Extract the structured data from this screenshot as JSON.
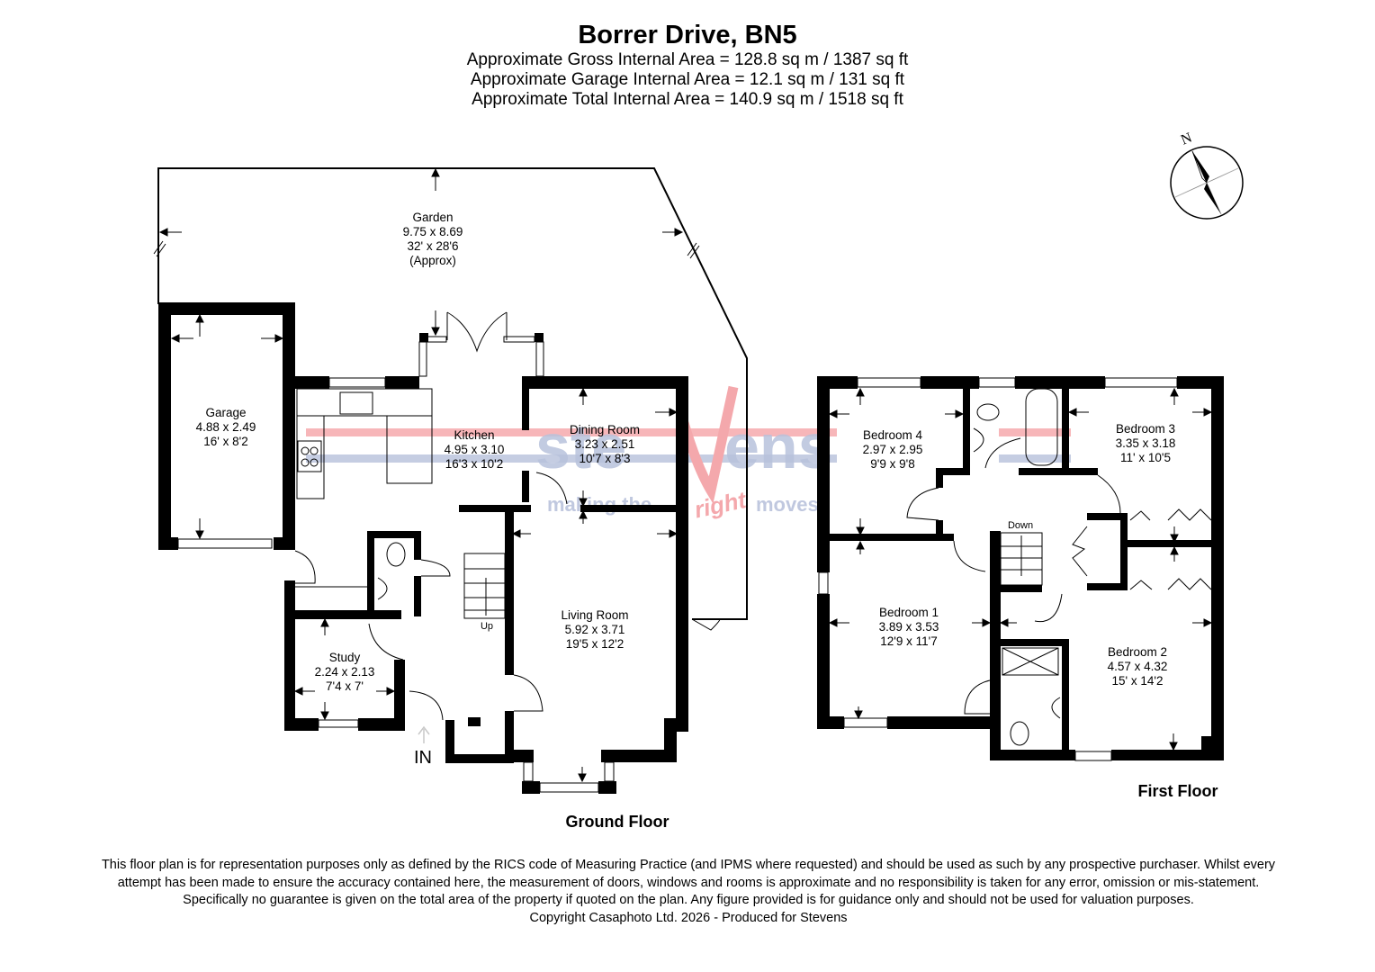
{
  "header": {
    "title": "Borrer Drive, BN5",
    "areas": [
      "Approximate Gross Internal Area = 128.8 sq m / 1387 sq ft",
      "Approximate Garage Internal Area = 12.1 sq m / 131 sq ft",
      "Approximate Total Internal Area = 140.9 sq m / 1518 sq ft"
    ]
  },
  "compass": {
    "north_label": "N",
    "icon": "compass-rose-icon"
  },
  "watermark": {
    "brand": "stevens",
    "tagline_left": "making the",
    "tagline_accent": "right",
    "tagline_right": "moves",
    "colors": {
      "blue": "#b8c2dc",
      "red": "#f4a8ac"
    }
  },
  "ground_floor": {
    "label": "Ground Floor",
    "entrance_label": "IN",
    "stairs_label": "Up",
    "rooms": {
      "garden": {
        "name": "Garden",
        "metric": "9.75 x 8.69",
        "imperial": "32' x 28'6",
        "note": "(Approx)"
      },
      "garage": {
        "name": "Garage",
        "metric": "4.88 x 2.49",
        "imperial": "16' x 8'2"
      },
      "kitchen": {
        "name": "Kitchen",
        "metric": "4.95 x 3.10",
        "imperial": "16'3 x 10'2"
      },
      "dining": {
        "name": "Dining Room",
        "metric": "3.23 x 2.51",
        "imperial": "10'7 x 8'3"
      },
      "living": {
        "name": "Living Room",
        "metric": "5.92 x 3.71",
        "imperial": "19'5 x 12'2"
      },
      "study": {
        "name": "Study",
        "metric": "2.24 x 2.13",
        "imperial": "7'4 x 7'"
      }
    }
  },
  "first_floor": {
    "label": "First Floor",
    "stairs_label": "Down",
    "rooms": {
      "bedroom4": {
        "name": "Bedroom 4",
        "metric": "2.97 x 2.95",
        "imperial": "9'9 x 9'8"
      },
      "bedroom3": {
        "name": "Bedroom 3",
        "metric": "3.35 x 3.18",
        "imperial": "11' x 10'5"
      },
      "bedroom1": {
        "name": "Bedroom 1",
        "metric": "3.89 x 3.53",
        "imperial": "12'9 x 11'7"
      },
      "bedroom2": {
        "name": "Bedroom 2",
        "metric": "4.57 x 4.32",
        "imperial": "15' x 14'2"
      }
    }
  },
  "disclaimer": {
    "text": "This floor plan is for representation purposes only as defined by the RICS code of Measuring Practice (and IPMS where requested) and should be used as such by any prospective purchaser. Whilst every attempt has been made to ensure the accuracy contained here, the measurement of doors, windows and rooms is approximate and no responsibility is taken for any error, omission or mis-statement. Specifically no guarantee is given on the total area of the property if quoted on the plan. Any figure provided is for guidance only and should not be used for valuation purposes.",
    "copyright": "Copyright Casaphoto Ltd. 2026 - Produced for Stevens"
  }
}
